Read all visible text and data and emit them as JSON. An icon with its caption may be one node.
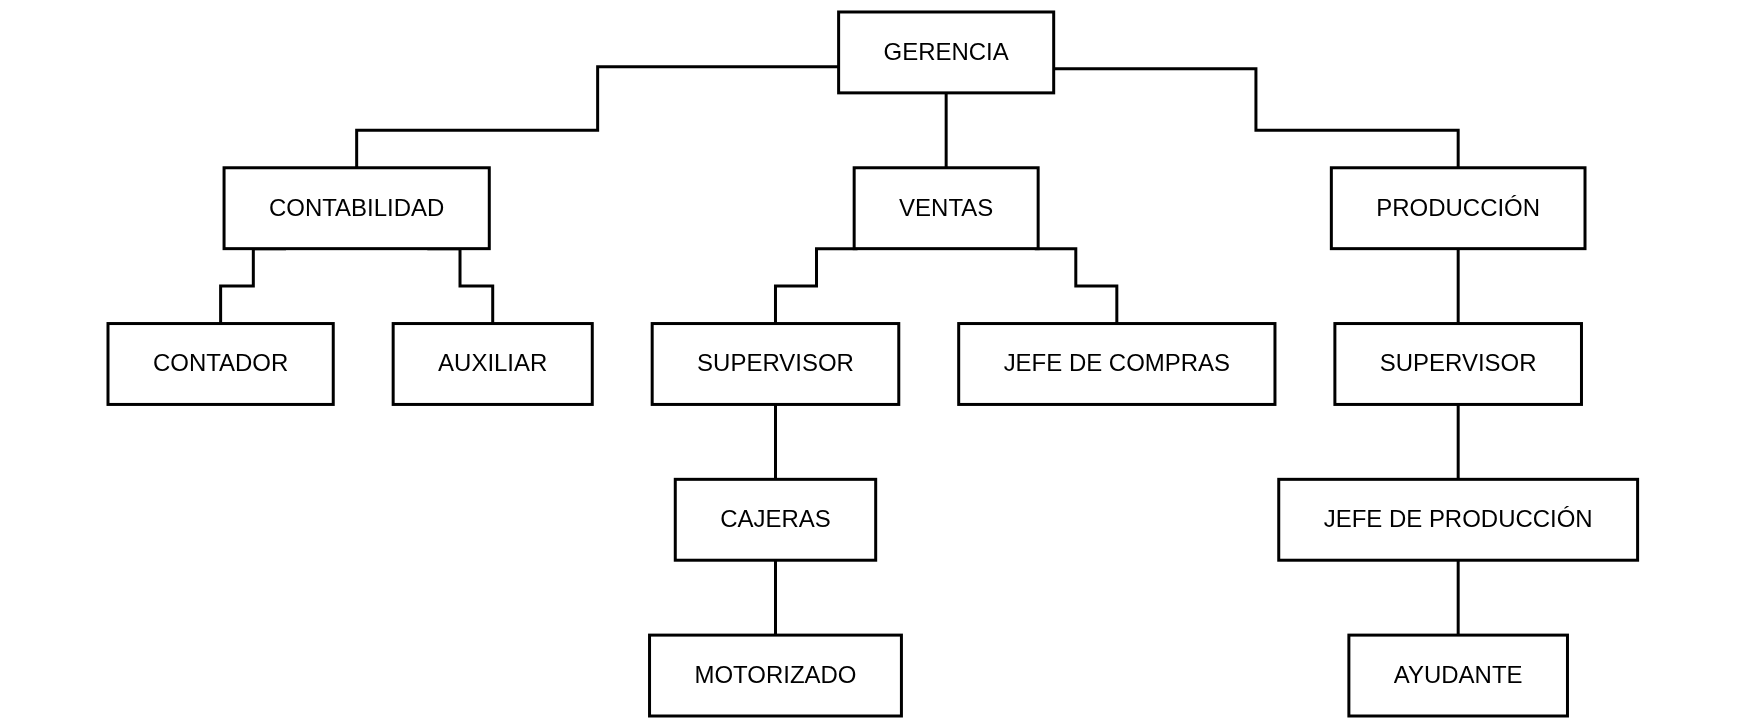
{
  "diagram": {
    "nodes": [
      {
        "text": [
          "GERENCIA"
        ]
      },
      {
        "text": [
          "CONTABILIDAD"
        ]
      },
      {
        "text": [
          "VENTAS"
        ]
      },
      {
        "text": [
          "PRODUCCIÓN"
        ]
      },
      {
        "text": [
          "CONTADOR"
        ]
      },
      {
        "text": [
          "AUXILIAR"
        ]
      },
      {
        "text": [
          "SUPERVISOR"
        ]
      },
      {
        "text": [
          "JEFE DE COMPRAS"
        ]
      },
      {
        "text": [
          "CAJERAS"
        ]
      },
      {
        "text": [
          "MOTORIZADO"
        ]
      },
      {
        "text": [
          "SUPERVISOR"
        ]
      },
      {
        "text": [
          "JEFE DE PRODUCCIÓN"
        ]
      },
      {
        "text": [
          "AYUDANTE"
        ]
      }
    ],
    "edges": [
      {
        "from": 0,
        "to": 1,
        "arrow": "none"
      },
      {
        "from": 0,
        "to": 2,
        "arrow": "none"
      },
      {
        "from": 0,
        "to": 3,
        "arrow": "none"
      },
      {
        "from": 1,
        "to": 4,
        "arrow": "none"
      },
      {
        "from": 1,
        "to": 5,
        "arrow": "none"
      },
      {
        "from": 2,
        "to": 6,
        "arrow": "none"
      },
      {
        "from": 2,
        "to": 7,
        "arrow": "none"
      },
      {
        "from": 6,
        "to": 8,
        "arrow": "none"
      },
      {
        "from": 8,
        "to": 9,
        "arrow": "none"
      },
      {
        "from": 3,
        "to": 10,
        "arrow": "none"
      },
      {
        "from": 10,
        "to": 11,
        "arrow": "none"
      },
      {
        "from": 11,
        "to": 12,
        "arrow": "none"
      }
    ]
  }
}
